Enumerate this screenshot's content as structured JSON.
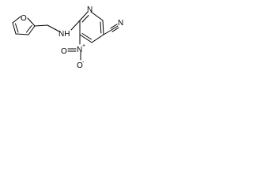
{
  "molecule": {
    "atom_labels": {
      "ring_nitrogen": "N",
      "nitrile_nitrogen": "N",
      "furan_oxygen": "O",
      "amine": "NH",
      "nitro_nitrogen": "N",
      "nitro_charge_plus": "+",
      "nitro_oxygen_bottom": "O",
      "nitro_charge_minus": "-",
      "nitro_oxygen_left": "O"
    }
  },
  "colors": {
    "bond": "#000000",
    "label": "#000000",
    "background": "#ffffff"
  }
}
